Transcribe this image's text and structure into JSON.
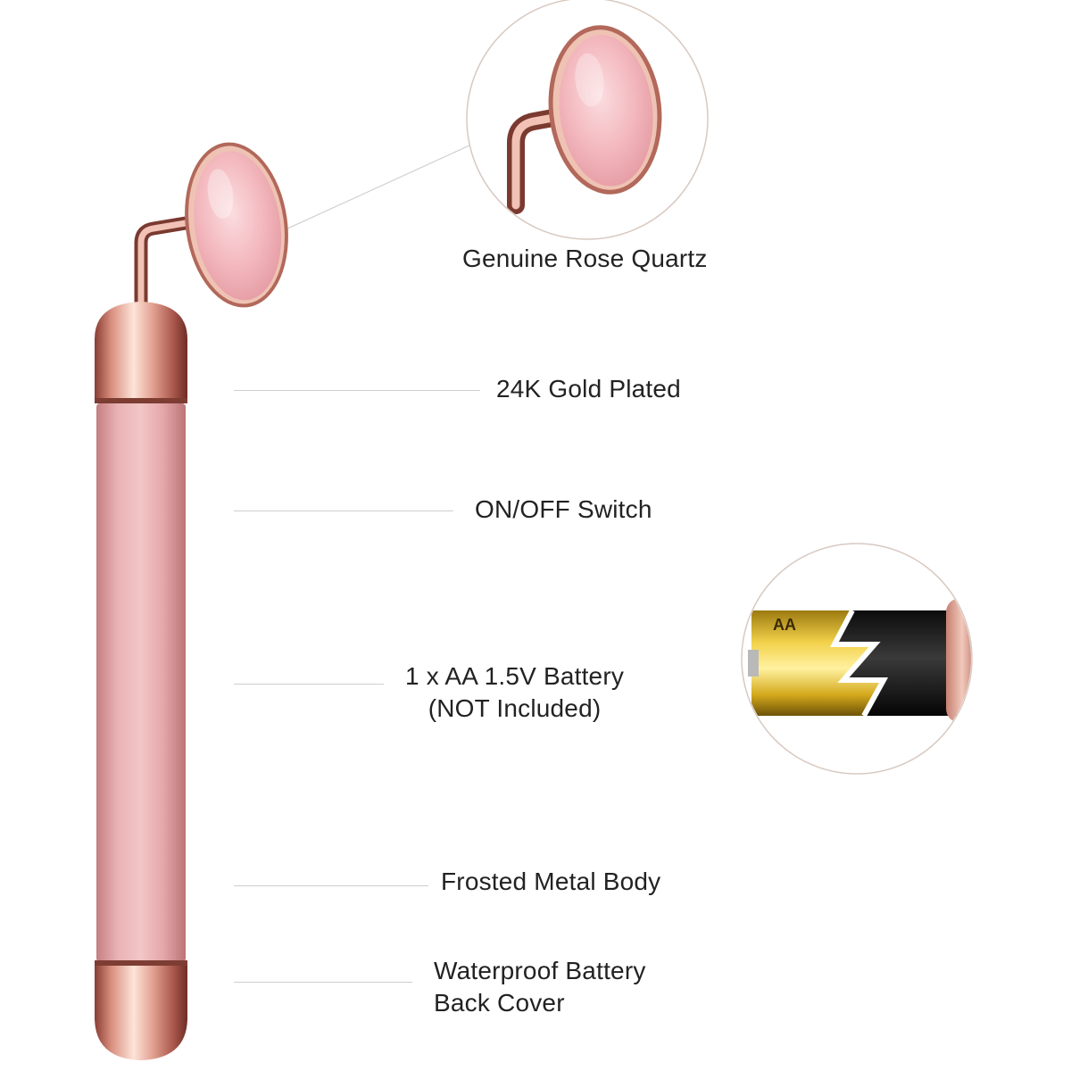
{
  "callouts": {
    "rose_quartz": "Genuine Rose Quartz",
    "gold_plated": "24K Gold Plated",
    "switch": "ON/OFF Switch",
    "battery_line1": "1 x AA 1.5V Battery",
    "battery_line2": "(NOT Included)",
    "body": "Frosted Metal Body",
    "cover_line1": "Waterproof Battery",
    "cover_line2": "Back Cover"
  },
  "battery_print": "AA",
  "colors": {
    "rose_quartz": "#f3b8bd",
    "rose_gold": "#d9958a",
    "handle": "#e2a5a7",
    "text": "#222222"
  }
}
